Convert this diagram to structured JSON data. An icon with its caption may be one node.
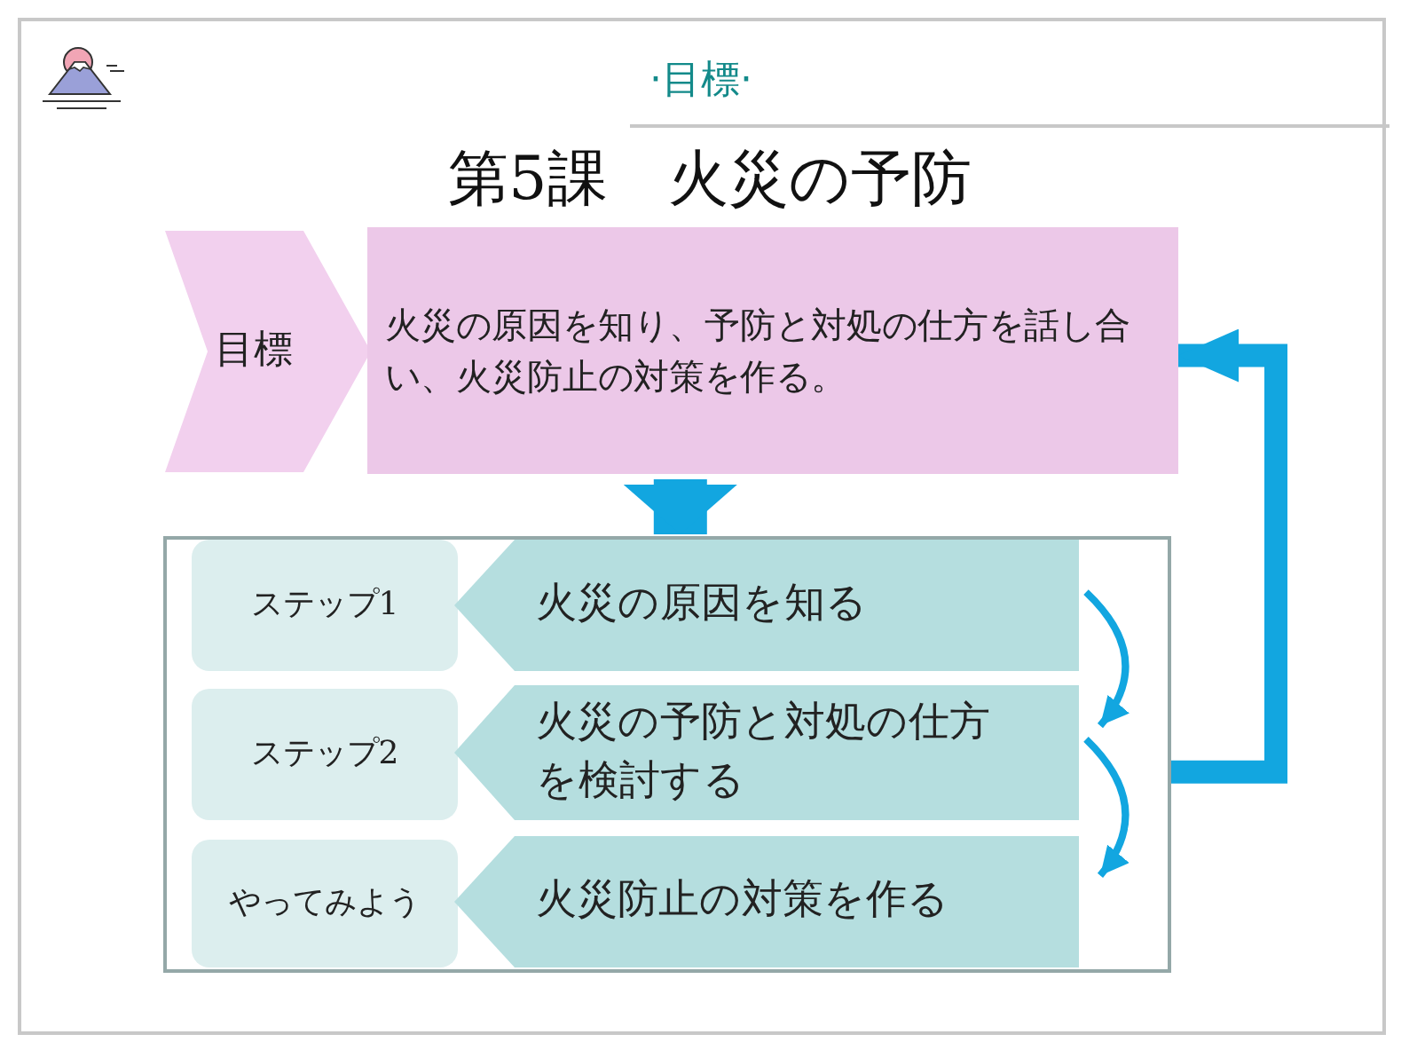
{
  "diagram": {
    "title": "第5課　火災の予防",
    "nodes": [
      {
        "text": [
          "目標"
        ]
      },
      {
        "text": [
          "火災の原因を知り、予防と対処の仕方を話し合い、火災防止の対策を作る。"
        ]
      },
      {
        "text": [],
        "shape": "box"
      },
      {
        "text": [
          "ステップ1"
        ],
        "in": 2
      },
      {
        "text": [
          "火災の原因を知る"
        ],
        "in": 2
      },
      {
        "text": [
          "ステップ2"
        ],
        "in": 2
      },
      {
        "text": [
          "火災の予防と対処の仕方を検討する"
        ],
        "in": 2
      },
      {
        "text": [
          "やってみよう"
        ],
        "in": 2
      },
      {
        "text": [
          "火災防止の対策を作る"
        ],
        "in": 2
      }
    ],
    "edges": [
      {
        "from": 1,
        "to": 2,
        "arrow": "to",
        "style": "thick"
      },
      {
        "from": 2,
        "to": 1,
        "arrow": "to",
        "style": "thick"
      },
      {
        "from": 4,
        "to": 6,
        "arrow": "to"
      },
      {
        "from": 6,
        "to": 8,
        "arrow": "to"
      }
    ],
    "labels": [
      "·目標·"
    ]
  }
}
